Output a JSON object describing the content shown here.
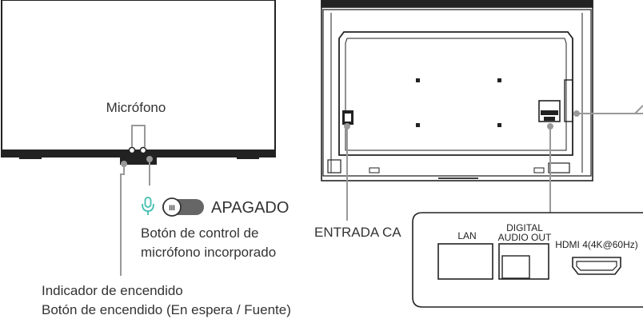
{
  "labels": {
    "microphone": "Micrófono",
    "mic_state": "APAGADO",
    "mic_button_line1": "Botón de control de",
    "mic_button_line2": "micrófono incorporado",
    "power_indicator": "Indicador de encendido",
    "power_button": "Botón de encendido (En espera / Fuente)",
    "ac_input": "ENTRADA CA"
  },
  "ports": {
    "lan": "LAN",
    "digital_line1": "DIGITAL",
    "digital_line2": "AUDIO OUT",
    "hdmi": "HDMI 4(4K@60Hz)"
  },
  "switch": {
    "symbol": "III"
  },
  "colors": {
    "line": "#222222",
    "callout": "#999999",
    "mic_icon": "#4fc3b4",
    "switch_fill": "#666666"
  },
  "icons": {
    "mic": "microphone-icon"
  }
}
